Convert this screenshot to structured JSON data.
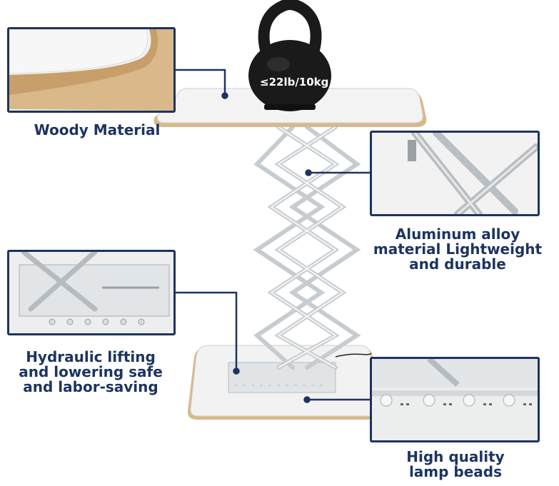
{
  "weight": {
    "text": "≤22lb/10kg"
  },
  "features": [
    {
      "id": "woody",
      "label": "Woody Material"
    },
    {
      "id": "aluminum",
      "lines": [
        "Aluminum alloy",
        "material Lightweight",
        "and durable"
      ]
    },
    {
      "id": "hydraulic",
      "lines": [
        "Hydraulic lifting",
        "and lowering safe",
        "and labor-saving"
      ]
    },
    {
      "id": "lamp",
      "lines": [
        "High quality",
        "lamp beads"
      ]
    }
  ],
  "colors": {
    "accent": "#1d3461",
    "kettlebell": "#1a1a1a",
    "board": "#f2f2f2",
    "wood": "#d9b98a",
    "metal": "#dfe3e6"
  }
}
